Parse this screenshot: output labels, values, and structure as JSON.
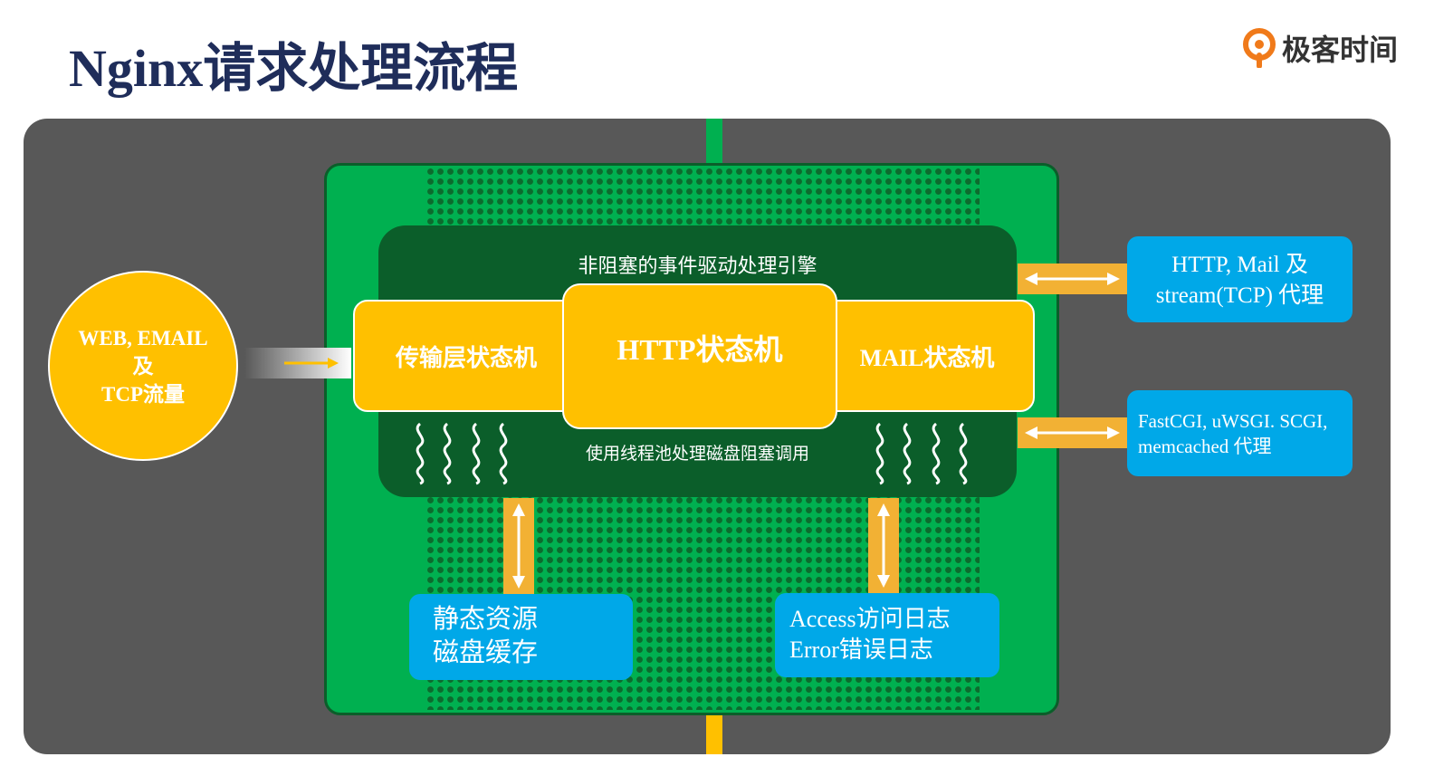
{
  "page": {
    "title": "Nginx请求处理流程",
    "logo_text": "极客时间"
  },
  "diagram": {
    "engine_label": "非阻塞的事件驱动处理引擎",
    "thread_pool_label": "使用线程池处理磁盘阻塞调用",
    "transport_state_machine": "传输层状态机",
    "http_state_machine": "HTTP状态机",
    "mail_state_machine": "MAIL状态机",
    "input_traffic": {
      "line1": "WEB, EMAIL",
      "line2": "及",
      "line3": "TCP流量"
    },
    "proxy_mail_tcp": {
      "line1": "HTTP, Mail 及",
      "line2": "stream(TCP) 代理"
    },
    "proxy_cgi": {
      "line1": "FastCGI, uWSGI. SCGI,",
      "line2": "memcached 代理"
    },
    "static_resources": {
      "line1": "静态资源",
      "line2": "磁盘缓存"
    },
    "logs": {
      "line1": "Access访问日志",
      "line2": "Error错误日志"
    }
  },
  "colors": {
    "title": "#1f2d5a",
    "background_panel": "#585858",
    "green": "#00b050",
    "dark_green": "#0b5e2a",
    "yellow": "#ffc000",
    "blue": "#00a8e8",
    "arrow": "#f2b134"
  }
}
